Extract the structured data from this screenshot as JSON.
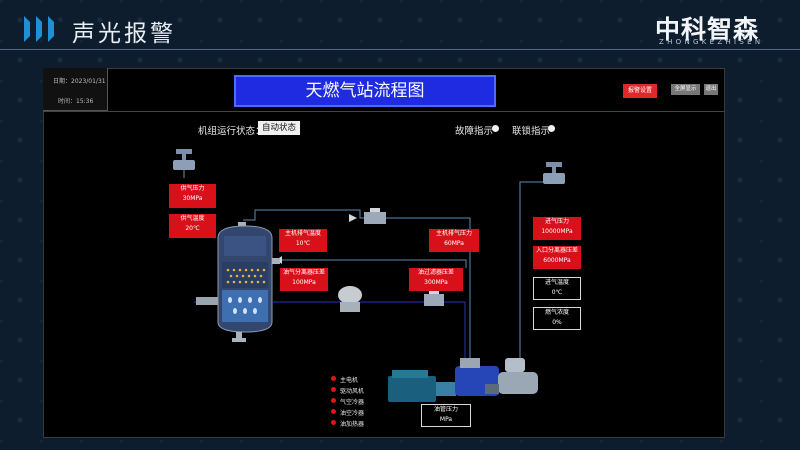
{
  "header": {
    "title": "声光报警",
    "logo": "中科智森",
    "logo_sub": "ZHONGKEZHISEN"
  },
  "info": {
    "date": "日期：2023/01/31",
    "time": "时间：15:36"
  },
  "flow": {
    "title": "天燃气站流程图"
  },
  "buttons": {
    "alarm_settings": "报警设置",
    "fullscreen": "全屏显示",
    "exit": "退出"
  },
  "status": {
    "label": "机组运行状态：",
    "value": "自动状态",
    "fault": "故障指示",
    "interlock": "联锁指示"
  },
  "readings": {
    "supply_pressure": {
      "label": "供气压力",
      "value": "30MPa"
    },
    "supply_temp": {
      "label": "供气温度",
      "value": "20℃"
    },
    "exhaust_temp": {
      "label": "主机排气温度",
      "value": "10℃"
    },
    "exhaust_pressure": {
      "label": "主机排气压力",
      "value": "60MPa"
    },
    "separator_dp": {
      "label": "油气分离器压差",
      "value": "100MPa"
    },
    "oil_filter_dp": {
      "label": "油过滤器压差",
      "value": "300MPa"
    },
    "inlet_pressure": {
      "label": "进气压力",
      "value": "10000MPa"
    },
    "inlet_separator_dp": {
      "label": "入口分离器压差",
      "value": "6000MPa"
    },
    "inlet_temp": {
      "label": "进气温度",
      "value": "0℃"
    },
    "gas_concentration": {
      "label": "燃气浓度",
      "value": "0%"
    },
    "oil_pipe_pressure": {
      "label": "油管压力",
      "value": "MPa"
    }
  },
  "legend": [
    "主电机",
    "驱动风机",
    "气空冷器",
    "油空冷器",
    "油加热器"
  ],
  "colors": {
    "accent": "#1f8fd8",
    "alarm": "#d8101a",
    "title_bg": "#1e2be0"
  }
}
